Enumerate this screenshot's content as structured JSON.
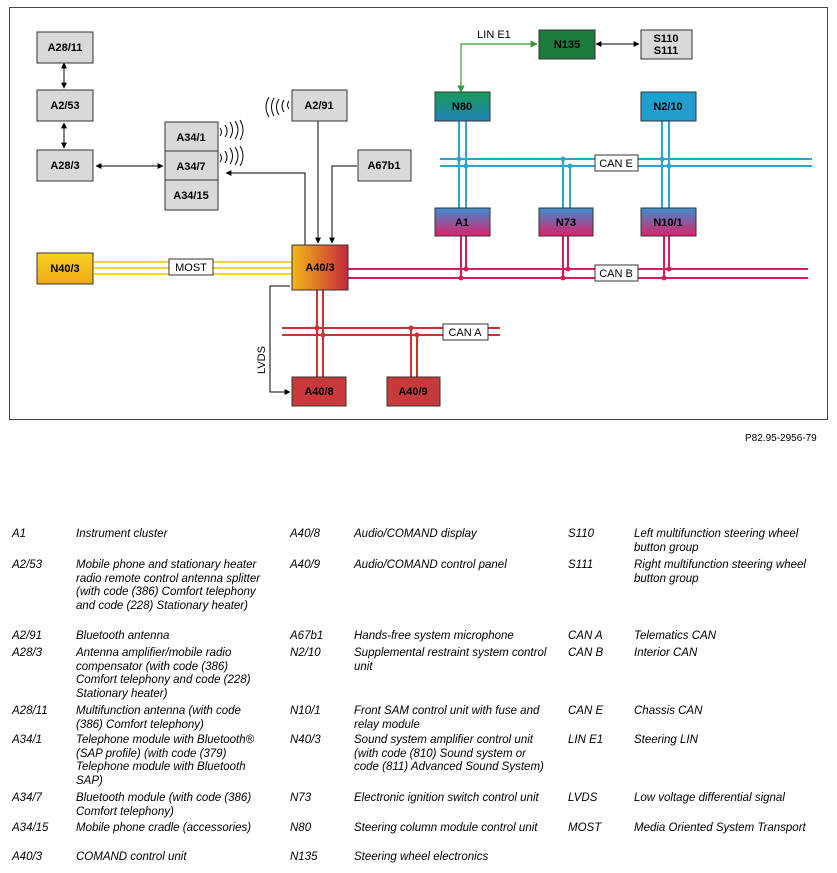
{
  "diagram": {
    "boxes": [
      {
        "id": "A28/11",
        "label": "A28/11"
      },
      {
        "id": "A2/53",
        "label": "A2/53"
      },
      {
        "id": "A28/3",
        "label": "A28/3"
      },
      {
        "id": "A34/1",
        "label": "A34/1"
      },
      {
        "id": "A34/7",
        "label": "A34/7"
      },
      {
        "id": "A34/15",
        "label": "A34/15"
      },
      {
        "id": "A2/91",
        "label": "A2/91"
      },
      {
        "id": "A67b1",
        "label": "A67b1"
      },
      {
        "id": "N40/3",
        "label": "N40/3"
      },
      {
        "id": "A40/3",
        "label": "A40/3"
      },
      {
        "id": "A40/8",
        "label": "A40/8"
      },
      {
        "id": "A40/9",
        "label": "A40/9"
      },
      {
        "id": "N135",
        "label": "N135"
      },
      {
        "id": "S110",
        "label": "S110"
      },
      {
        "id": "S111",
        "label": "S111"
      },
      {
        "id": "N80",
        "label": "N80"
      },
      {
        "id": "N2/10",
        "label": "N2/10"
      },
      {
        "id": "A1",
        "label": "A1"
      },
      {
        "id": "N73",
        "label": "N73"
      },
      {
        "id": "N10/1",
        "label": "N10/1"
      }
    ],
    "bus_labels": {
      "most": "MOST",
      "can_a": "CAN A",
      "can_b": "CAN B",
      "can_e": "CAN E",
      "lin_e1": "LIN E1",
      "lvds": "LVDS"
    },
    "colors": {
      "most": "#f5d23c",
      "can_a": "#c83232",
      "can_b": "#d81b5a",
      "can_e": "#2aa6cc",
      "lin": "#3a9a3a",
      "grey_box": "#d9d9d9",
      "n135": "#1c7a3a",
      "n80_top": "#1a9a5a",
      "n80_bottom": "#1f82b8",
      "n210": "#1f9ed0",
      "red_box": "#c83a3a",
      "ecu_top": "#3a8fd0",
      "ecu_bottom": "#e0206a"
    },
    "reference": "P82.95-2956-79"
  },
  "legend": [
    {
      "code": "A1",
      "desc": "Instrument cluster"
    },
    {
      "code": "A2/53",
      "desc": "Mobile phone and stationary heater radio remote control antenna splitter (with code (386) Comfort telephony and code (228) Stationary heater)"
    },
    {
      "code": "A2/91",
      "desc": "Bluetooth antenna"
    },
    {
      "code": "A28/3",
      "desc": "Antenna amplifier/mobile radio compensator (with code (386) Comfort telephony and code (228) Stationary heater)"
    },
    {
      "code": "A28/11",
      "desc": "Multifunction antenna (with code (386) Comfort telephony)"
    },
    {
      "code": "A34/1",
      "desc": "Telephone module with Bluetooth® (SAP profile) (with code (379) Telephone module with Bluetooth SAP)"
    },
    {
      "code": "A34/7",
      "desc": "Bluetooth module (with code (386) Comfort telephony)"
    },
    {
      "code": "A34/15",
      "desc": "Mobile phone cradle (accessories)"
    },
    {
      "code": "A40/3",
      "desc": "COMAND control unit"
    },
    {
      "code": "A40/8",
      "desc": "Audio/COMAND display"
    },
    {
      "code": "A40/9",
      "desc": "Audio/COMAND control panel"
    },
    {
      "code": "A67b1",
      "desc": "Hands-free system microphone"
    },
    {
      "code": "N2/10",
      "desc": "Supplemental restraint system control unit"
    },
    {
      "code": "N10/1",
      "desc": "Front SAM control unit with fuse and relay module"
    },
    {
      "code": "N40/3",
      "desc": "Sound system amplifier control unit (with code (810) Sound system or code (811) Advanced Sound System)"
    },
    {
      "code": "N73",
      "desc": "Electronic ignition switch control unit"
    },
    {
      "code": "N80",
      "desc": "Steering column module control unit"
    },
    {
      "code": "N135",
      "desc": "Steering wheel electronics"
    },
    {
      "code": "S110",
      "desc": "Left multifunction steering wheel button group"
    },
    {
      "code": "S111",
      "desc": "Right multifunction steering wheel button group"
    },
    {
      "code": "CAN A",
      "desc": "Telematics CAN"
    },
    {
      "code": "CAN B",
      "desc": "Interior CAN"
    },
    {
      "code": "CAN E",
      "desc": "Chassis CAN"
    },
    {
      "code": "LIN E1",
      "desc": "Steering LIN"
    },
    {
      "code": "LVDS",
      "desc": "Low voltage differential signal"
    },
    {
      "code": "MOST",
      "desc": "Media Oriented System Transport"
    }
  ]
}
